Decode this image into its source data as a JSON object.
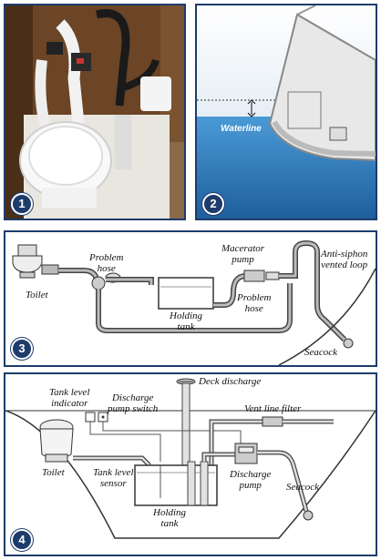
{
  "panels": {
    "p1": {
      "badge": "1"
    },
    "p2": {
      "badge": "2",
      "waterline": "Waterline"
    },
    "p3": {
      "badge": "3",
      "toilet": "Toilet",
      "problem_hose_1": [
        "Problem",
        "hose"
      ],
      "holding_tank": [
        "Holding",
        "tank"
      ],
      "macerator": [
        "Macerator",
        "pump"
      ],
      "problem_hose_2": [
        "Problem",
        "hose"
      ],
      "anti_siphon": [
        "Anti-siphon",
        "vented loop"
      ],
      "seacock": "Seacock"
    },
    "p4": {
      "badge": "4",
      "deck_discharge": "Deck discharge",
      "tank_level_indicator": [
        "Tank level",
        "indicator"
      ],
      "discharge_pump_switch": [
        "Discharge",
        "pump switch"
      ],
      "vent_line_filter": "Vent line filter",
      "toilet": "Toilet",
      "tank_level_sensor": [
        "Tank level",
        "sensor"
      ],
      "discharge_pump": [
        "Discharge",
        "pump"
      ],
      "seacock": "Seacock",
      "holding_tank": [
        "Holding",
        "tank"
      ]
    }
  },
  "colors": {
    "frame": "#1d3c6b",
    "water": "#2f7fc1"
  }
}
